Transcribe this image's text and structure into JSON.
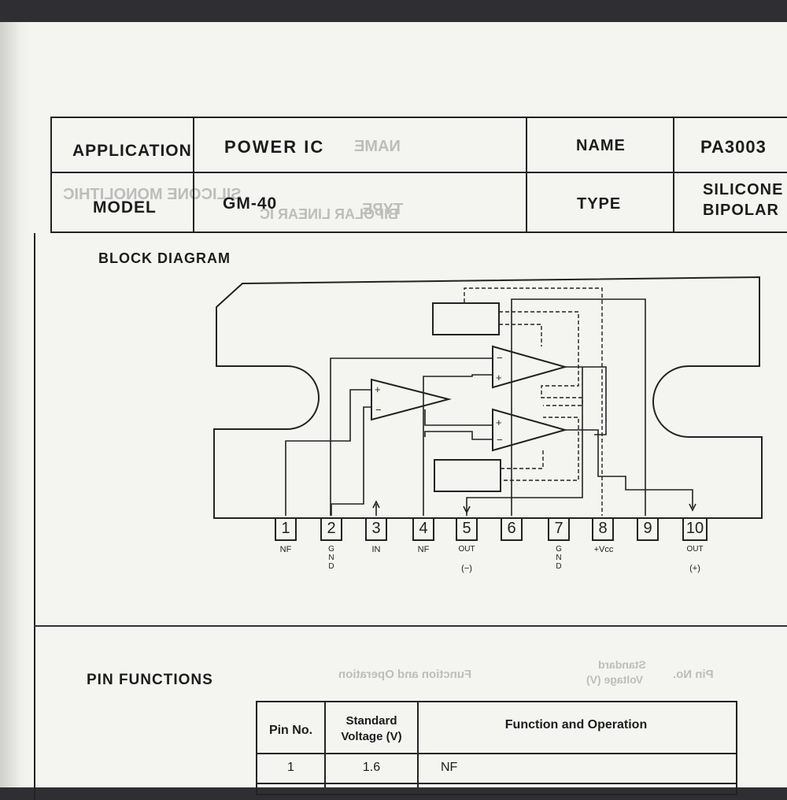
{
  "header": {
    "application_label": "APPLICATION",
    "application_value": "POWER IC",
    "name_label": "NAME",
    "name_value": "PA3003",
    "model_label": "MODEL",
    "model_value": "GM-40",
    "type_label": "TYPE",
    "type_value_line1": "SILICONE",
    "type_value_line2": "BIPOLAR"
  },
  "block_diagram": {
    "title": "BLOCK DIAGRAM",
    "pins": [
      {
        "number": "1",
        "label": "NF"
      },
      {
        "number": "2",
        "label": "GND"
      },
      {
        "number": "3",
        "label": "IN"
      },
      {
        "number": "4",
        "label": "NF"
      },
      {
        "number": "5",
        "label": "OUT",
        "sub": "(−)"
      },
      {
        "number": "6",
        "label": ""
      },
      {
        "number": "7",
        "label": "GND"
      },
      {
        "number": "8",
        "label": "+Vcc"
      },
      {
        "number": "9",
        "label": ""
      },
      {
        "number": "10",
        "label": "OUT",
        "sub": "(+)"
      }
    ],
    "amp_plus": "+",
    "amp_minus": "−"
  },
  "pin_functions": {
    "title": "PIN FUNCTIONS",
    "columns": [
      "Pin No.",
      "Standard Voltage (V)",
      "Function and Operation"
    ],
    "col2_line1": "Standard",
    "col2_line2": "Voltage (V)",
    "rows": [
      {
        "pin": "1",
        "voltage": "1.6",
        "function": "NF"
      }
    ]
  },
  "ghost_text": {
    "name": "NAME",
    "type": "TYPE",
    "silicone": "SILICONE MONOLITHIC",
    "bipolar": "BIPOLAR LINEAR IC",
    "function": "Function and Operation",
    "standard": "Standard",
    "voltage": "Voltage (V)",
    "pinno": "Pin No."
  }
}
